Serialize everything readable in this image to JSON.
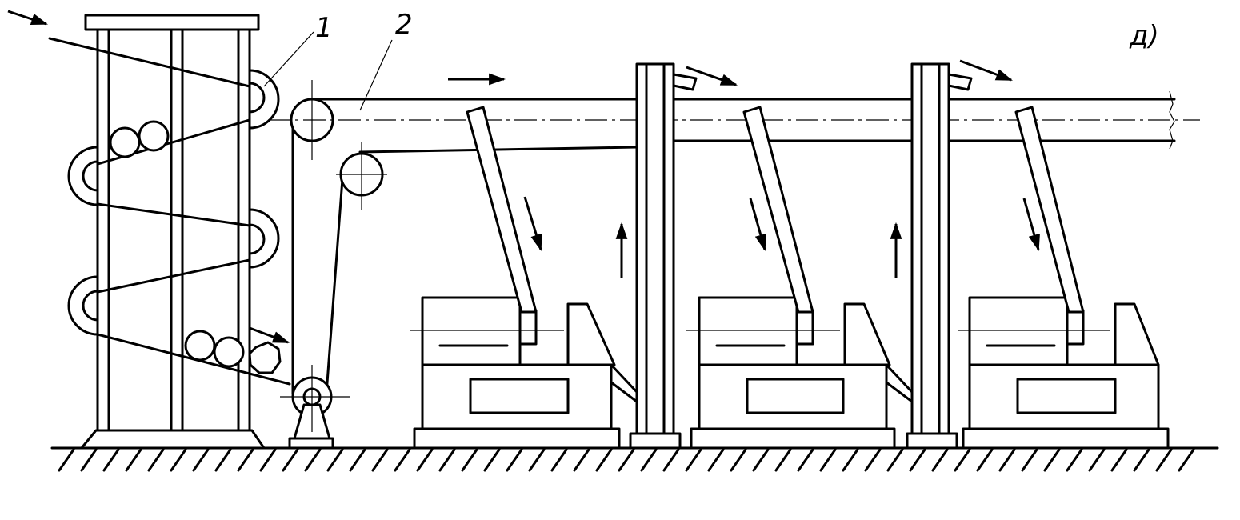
{
  "labels": {
    "item_1": "1",
    "item_2": "2",
    "figure": "д)"
  },
  "colors": {
    "stroke": "#000000",
    "background": "#ffffff"
  }
}
